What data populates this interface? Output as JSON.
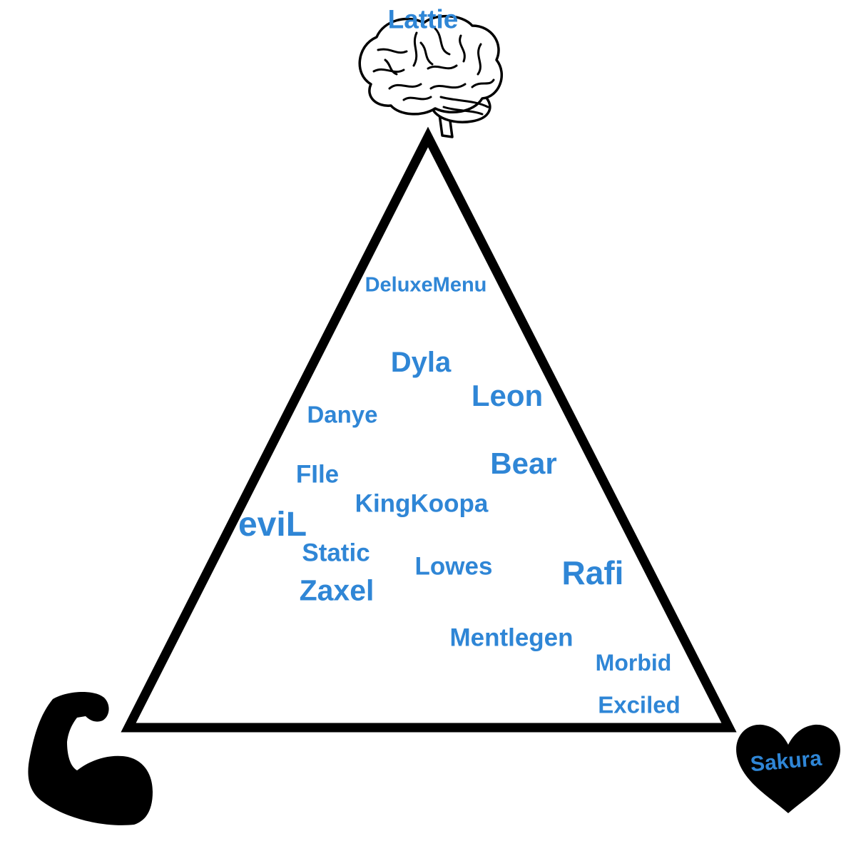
{
  "colors": {
    "label": "#2f86d6",
    "outline": "#000000",
    "background": "#ffffff"
  },
  "corners": {
    "top": {
      "label": "Lattie",
      "icon": "brain-icon"
    },
    "bottom_left": {
      "label": "",
      "icon": "flexed-biceps-icon"
    },
    "bottom_right": {
      "label": "Sakura",
      "icon": "heart-icon"
    }
  },
  "names": [
    "DeluxeMenu",
    "Dyla",
    "Leon",
    "Danye",
    "Bear",
    "FIle",
    "KingKoopa",
    "eviL",
    "Static",
    "Lowes",
    "Rafi",
    "Zaxel",
    "Mentlegen",
    "Morbid",
    "Exciled"
  ]
}
